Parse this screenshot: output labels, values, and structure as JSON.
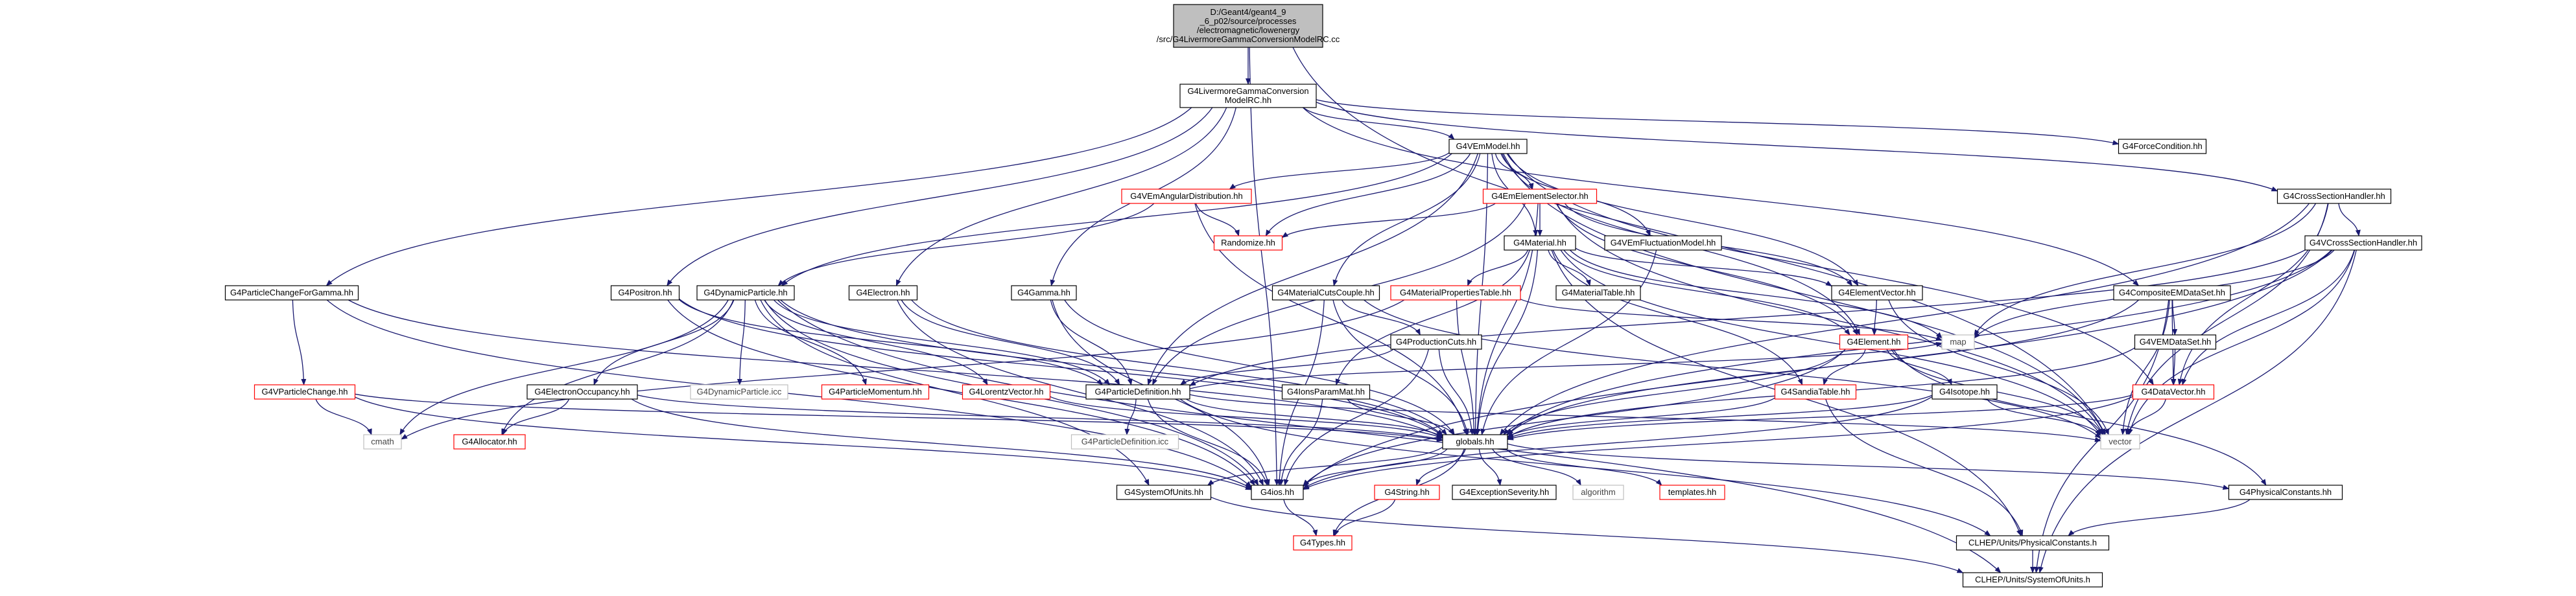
{
  "colors": {
    "edge": "#191970",
    "node_border": "#000000",
    "node_border_incomplete": "#ff0000",
    "node_border_external": "#bfbfbf",
    "root_fill": "#bfbfbf",
    "node_fill": "#ffffff",
    "text": "#000000",
    "text_external": "#444444"
  },
  "nodes": [
    {
      "id": "root",
      "lines": [
        "D:/Geant4/geant4_9",
        "_6_p02/source/processes",
        "/electromagnetic/lowenergy",
        "/src/G4LivermoreGammaConversionModelRC.cc"
      ],
      "style": "root"
    },
    {
      "id": "lgcm",
      "lines": [
        "G4LivermoreGammaConversion",
        "ModelRC.hh"
      ],
      "style": "normal"
    },
    {
      "id": "vem",
      "lines": [
        "G4VEmModel.hh"
      ],
      "style": "normal"
    },
    {
      "id": "forcecond",
      "lines": [
        "G4ForceCondition.hh"
      ],
      "style": "normal"
    },
    {
      "id": "xshandler",
      "lines": [
        "G4CrossSectionHandler.hh"
      ],
      "style": "normal"
    },
    {
      "id": "angdist",
      "lines": [
        "G4VEmAngularDistribution.hh"
      ],
      "style": "incomplete"
    },
    {
      "id": "elsel",
      "lines": [
        "G4EmElementSelector.hh"
      ],
      "style": "incomplete"
    },
    {
      "id": "random",
      "lines": [
        "Randomize.hh"
      ],
      "style": "incomplete"
    },
    {
      "id": "material",
      "lines": [
        "G4Material.hh"
      ],
      "style": "normal"
    },
    {
      "id": "fluct",
      "lines": [
        "G4VEmFluctuationModel.hh"
      ],
      "style": "normal"
    },
    {
      "id": "vxshandler",
      "lines": [
        "G4VCrossSectionHandler.hh"
      ],
      "style": "normal"
    },
    {
      "id": "matcuts",
      "lines": [
        "G4MaterialCutsCouple.hh"
      ],
      "style": "normal"
    },
    {
      "id": "matprop",
      "lines": [
        "G4MaterialPropertiesTable.hh"
      ],
      "style": "incomplete"
    },
    {
      "id": "mattable",
      "lines": [
        "G4MaterialTable.hh"
      ],
      "style": "normal"
    },
    {
      "id": "elvec",
      "lines": [
        "G4ElementVector.hh"
      ],
      "style": "normal"
    },
    {
      "id": "compem",
      "lines": [
        "G4CompositeEMDataSet.hh"
      ],
      "style": "normal"
    },
    {
      "id": "pcgamma",
      "lines": [
        "G4ParticleChangeForGamma.hh"
      ],
      "style": "normal"
    },
    {
      "id": "positron",
      "lines": [
        "G4Positron.hh"
      ],
      "style": "normal"
    },
    {
      "id": "dynpart",
      "lines": [
        "G4DynamicParticle.hh"
      ],
      "style": "normal"
    },
    {
      "id": "electron",
      "lines": [
        "G4Electron.hh"
      ],
      "style": "normal"
    },
    {
      "id": "gamma",
      "lines": [
        "G4Gamma.hh"
      ],
      "style": "normal"
    },
    {
      "id": "prodcuts",
      "lines": [
        "G4ProductionCuts.hh"
      ],
      "style": "normal"
    },
    {
      "id": "map",
      "lines": [
        "map"
      ],
      "style": "external"
    },
    {
      "id": "element",
      "lines": [
        "G4Element.hh"
      ],
      "style": "incomplete"
    },
    {
      "id": "vemdataset",
      "lines": [
        "G4VEMDataSet.hh"
      ],
      "style": "normal"
    },
    {
      "id": "vpartchange",
      "lines": [
        "G4VParticleChange.hh"
      ],
      "style": "incomplete"
    },
    {
      "id": "dynicc",
      "lines": [
        "G4DynamicParticle.icc"
      ],
      "style": "external"
    },
    {
      "id": "partmom",
      "lines": [
        "G4ParticleMomentum.hh"
      ],
      "style": "incomplete"
    },
    {
      "id": "lorentz",
      "lines": [
        "G4LorentzVector.hh"
      ],
      "style": "incomplete"
    },
    {
      "id": "partdef",
      "lines": [
        "G4ParticleDefinition.hh"
      ],
      "style": "normal"
    },
    {
      "id": "ionsparam",
      "lines": [
        "G4IonsParamMat.hh"
      ],
      "style": "normal"
    },
    {
      "id": "sandia",
      "lines": [
        "G4SandiaTable.hh"
      ],
      "style": "incomplete"
    },
    {
      "id": "isotope",
      "lines": [
        "G4Isotope.hh"
      ],
      "style": "normal"
    },
    {
      "id": "datavector",
      "lines": [
        "G4DataVector.hh"
      ],
      "style": "incomplete"
    },
    {
      "id": "elocc",
      "lines": [
        "G4ElectronOccupancy.hh"
      ],
      "style": "normal"
    },
    {
      "id": "cmath",
      "lines": [
        "cmath"
      ],
      "style": "external"
    },
    {
      "id": "allocator",
      "lines": [
        "G4Allocator.hh"
      ],
      "style": "incomplete"
    },
    {
      "id": "partdeficc",
      "lines": [
        "G4ParticleDefinition.icc"
      ],
      "style": "external"
    },
    {
      "id": "globals",
      "lines": [
        "globals.hh"
      ],
      "style": "normal"
    },
    {
      "id": "vector",
      "lines": [
        "vector"
      ],
      "style": "external"
    },
    {
      "id": "ios",
      "lines": [
        "G4ios.hh"
      ],
      "style": "normal"
    },
    {
      "id": "sysunits",
      "lines": [
        "G4SystemOfUnits.hh"
      ],
      "style": "normal"
    },
    {
      "id": "string",
      "lines": [
        "G4String.hh"
      ],
      "style": "incomplete"
    },
    {
      "id": "excsev",
      "lines": [
        "G4ExceptionSeverity.hh"
      ],
      "style": "normal"
    },
    {
      "id": "algorithm",
      "lines": [
        "algorithm"
      ],
      "style": "external"
    },
    {
      "id": "templates",
      "lines": [
        "templates.hh"
      ],
      "style": "incomplete"
    },
    {
      "id": "physconst",
      "lines": [
        "G4PhysicalConstants.hh"
      ],
      "style": "normal"
    },
    {
      "id": "types",
      "lines": [
        "G4Types.hh"
      ],
      "style": "incomplete"
    },
    {
      "id": "clhepphys",
      "lines": [
        "CLHEP/Units/PhysicalConstants.h"
      ],
      "style": "normal"
    },
    {
      "id": "clhepsys",
      "lines": [
        "CLHEP/Units/SystemOfUnits.h"
      ],
      "style": "normal"
    }
  ],
  "edges": [
    [
      "root",
      "lgcm"
    ],
    [
      "root",
      "ios"
    ],
    [
      "root",
      "vector"
    ],
    [
      "lgcm",
      "vem"
    ],
    [
      "lgcm",
      "forcecond"
    ],
    [
      "lgcm",
      "xshandler"
    ],
    [
      "lgcm",
      "compem"
    ],
    [
      "lgcm",
      "pcgamma"
    ],
    [
      "lgcm",
      "positron"
    ],
    [
      "lgcm",
      "electron"
    ],
    [
      "lgcm",
      "gamma"
    ],
    [
      "vem",
      "angdist"
    ],
    [
      "vem",
      "elsel"
    ],
    [
      "vem",
      "random"
    ],
    [
      "vem",
      "material"
    ],
    [
      "vem",
      "fluct"
    ],
    [
      "vem",
      "matcuts"
    ],
    [
      "vem",
      "elvec"
    ],
    [
      "vem",
      "element"
    ],
    [
      "vem",
      "dynpart"
    ],
    [
      "vem",
      "partdef"
    ],
    [
      "vem",
      "globals"
    ],
    [
      "vem",
      "vector"
    ],
    [
      "vem",
      "datavector"
    ],
    [
      "angdist",
      "random"
    ],
    [
      "angdist",
      "dynpart"
    ],
    [
      "angdist",
      "globals"
    ],
    [
      "elsel",
      "random"
    ],
    [
      "elsel",
      "material"
    ],
    [
      "elsel",
      "element"
    ],
    [
      "elsel",
      "elvec"
    ],
    [
      "elsel",
      "vector"
    ],
    [
      "elsel",
      "globals"
    ],
    [
      "elsel",
      "partdef"
    ],
    [
      "material",
      "matprop"
    ],
    [
      "material",
      "mattable"
    ],
    [
      "material",
      "elvec"
    ],
    [
      "material",
      "element"
    ],
    [
      "material",
      "sandia"
    ],
    [
      "material",
      "ionsparam"
    ],
    [
      "material",
      "globals"
    ],
    [
      "material",
      "vector"
    ],
    [
      "material",
      "map"
    ],
    [
      "material",
      "clhepphys"
    ],
    [
      "fluct",
      "globals"
    ],
    [
      "xshandler",
      "vxshandler"
    ],
    [
      "xshandler",
      "datavector"
    ],
    [
      "xshandler",
      "vector"
    ],
    [
      "xshandler",
      "map"
    ],
    [
      "xshandler",
      "globals"
    ],
    [
      "vxshandler",
      "datavector"
    ],
    [
      "vxshandler",
      "vector"
    ],
    [
      "vxshandler",
      "map"
    ],
    [
      "vxshandler",
      "globals"
    ],
    [
      "vxshandler",
      "ios"
    ],
    [
      "vxshandler",
      "clhepsys"
    ],
    [
      "vxshandler",
      "partdef"
    ],
    [
      "compem",
      "vemdataset"
    ],
    [
      "compem",
      "vector"
    ],
    [
      "compem",
      "globals"
    ],
    [
      "compem",
      "datavector"
    ],
    [
      "compem",
      "clhepsys"
    ],
    [
      "vemdataset",
      "datavector"
    ],
    [
      "vemdataset",
      "globals"
    ],
    [
      "matcuts",
      "prodcuts"
    ],
    [
      "matcuts",
      "globals"
    ],
    [
      "matcuts",
      "ios"
    ],
    [
      "matcuts",
      "vector"
    ],
    [
      "prodcuts",
      "globals"
    ],
    [
      "prodcuts",
      "ios"
    ],
    [
      "prodcuts",
      "partdef"
    ],
    [
      "matprop",
      "globals"
    ],
    [
      "matprop",
      "map"
    ],
    [
      "matprop",
      "cmath"
    ],
    [
      "elvec",
      "element"
    ],
    [
      "elvec",
      "vector"
    ],
    [
      "element",
      "isotope"
    ],
    [
      "element",
      "globals"
    ],
    [
      "element",
      "ios"
    ],
    [
      "element",
      "vector"
    ],
    [
      "element",
      "sandia"
    ],
    [
      "element",
      "physconst"
    ],
    [
      "isotope",
      "globals"
    ],
    [
      "isotope",
      "ios"
    ],
    [
      "isotope",
      "vector"
    ],
    [
      "sandia",
      "globals"
    ],
    [
      "sandia",
      "clhepphys"
    ],
    [
      "datavector",
      "globals"
    ],
    [
      "datavector",
      "vector"
    ],
    [
      "datavector",
      "ios"
    ],
    [
      "pcgamma",
      "vpartchange"
    ],
    [
      "pcgamma",
      "globals"
    ],
    [
      "pcgamma",
      "ios"
    ],
    [
      "vpartchange",
      "globals"
    ],
    [
      "vpartchange",
      "ios"
    ],
    [
      "vpartchange",
      "cmath"
    ],
    [
      "positron",
      "partdef"
    ],
    [
      "positron",
      "globals"
    ],
    [
      "positron",
      "ios"
    ],
    [
      "electron",
      "partdef"
    ],
    [
      "electron",
      "globals"
    ],
    [
      "electron",
      "ios"
    ],
    [
      "gamma",
      "partdef"
    ],
    [
      "gamma",
      "globals"
    ],
    [
      "gamma",
      "ios"
    ],
    [
      "dynpart",
      "dynicc"
    ],
    [
      "dynpart",
      "partmom"
    ],
    [
      "dynpart",
      "lorentz"
    ],
    [
      "dynpart",
      "partdef"
    ],
    [
      "dynpart",
      "elocc"
    ],
    [
      "dynpart",
      "cmath"
    ],
    [
      "dynpart",
      "globals"
    ],
    [
      "dynpart",
      "ios"
    ],
    [
      "dynpart",
      "sysunits"
    ],
    [
      "dynpart",
      "allocator"
    ],
    [
      "dynpart",
      "clhepsys"
    ],
    [
      "elocc",
      "allocator"
    ],
    [
      "elocc",
      "globals"
    ],
    [
      "elocc",
      "ios"
    ],
    [
      "lorentz",
      "globals"
    ],
    [
      "partdef",
      "partdeficc"
    ],
    [
      "partdef",
      "globals"
    ],
    [
      "partdef",
      "ios"
    ],
    [
      "partdef",
      "vector"
    ],
    [
      "partdef",
      "map"
    ],
    [
      "partdef",
      "clhepphys"
    ],
    [
      "ionsparam",
      "globals"
    ],
    [
      "ionsparam",
      "ios"
    ],
    [
      "globals",
      "ios"
    ],
    [
      "globals",
      "string"
    ],
    [
      "globals",
      "excsev"
    ],
    [
      "globals",
      "algorithm"
    ],
    [
      "globals",
      "templates"
    ],
    [
      "globals",
      "types"
    ],
    [
      "globals",
      "sysunits"
    ],
    [
      "globals",
      "physconst"
    ],
    [
      "ios",
      "types"
    ],
    [
      "string",
      "types"
    ],
    [
      "sysunits",
      "clhepsys"
    ],
    [
      "physconst",
      "clhepphys"
    ],
    [
      "clhepphys",
      "clhepsys"
    ]
  ]
}
